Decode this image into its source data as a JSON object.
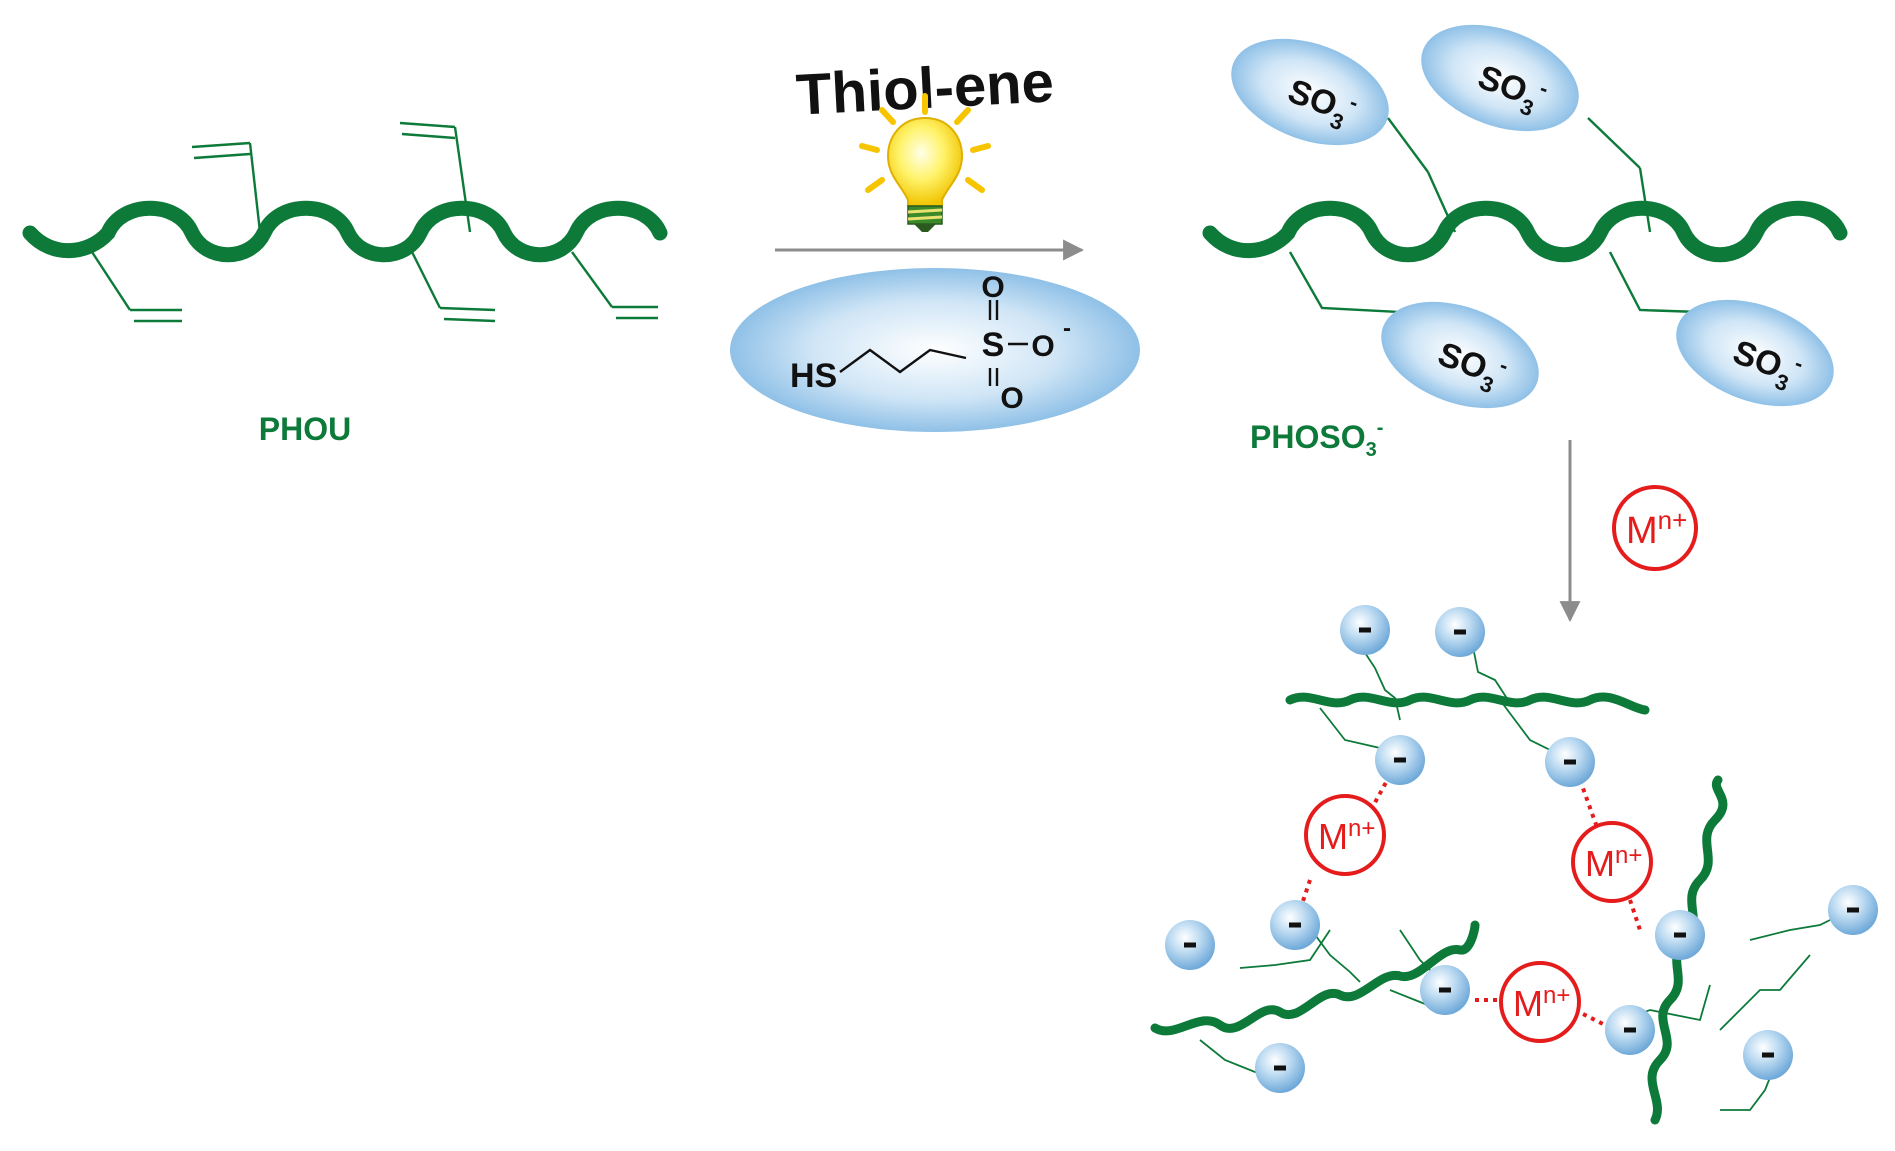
{
  "colors": {
    "polymer_green": "#0d7a3a",
    "ion_red": "#e51c1c",
    "bead_blue": "#9fcaea",
    "arrow_gray": "#8c8c8c",
    "text_black": "#111111"
  },
  "labels": {
    "thiol_ene": "Thiol-ene",
    "phou": "PHOU",
    "phoso3_main": "PHOSO",
    "phoso3_sub": "3",
    "phoso3_sup": "-",
    "so3_main": "SO",
    "so3_sub": "3",
    "so3_sup": "-",
    "hs": "HS",
    "sulfur": "S",
    "oxygen": "O",
    "oxygen_minus": "O",
    "minus": "-",
    "metal_main": "M",
    "metal_sup": "n+"
  },
  "icons": {
    "lightbulb": "lightbulb-icon",
    "reaction_arrow": "arrow-right-icon",
    "ion_arrow": "arrow-down-icon"
  }
}
